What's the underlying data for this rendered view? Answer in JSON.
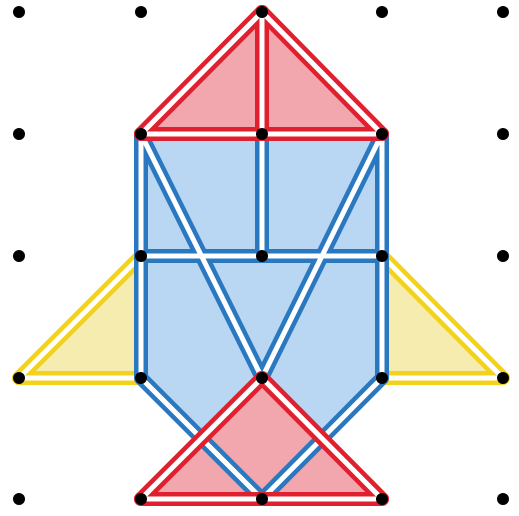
{
  "colors": {
    "background": "#ffffff",
    "dot": "#000000",
    "red_stroke": "#e0202e",
    "red_fill": "#f2a7ae",
    "blue_stroke": "#2a78c0",
    "blue_fill": "#b9d7f2",
    "yellow_stroke": "#f2d21c",
    "yellow_fill": "#f6ecb0",
    "band_gap": "#ffffff"
  },
  "grid": {
    "columns": 5,
    "rows": 5
  },
  "fill_regions": [
    {
      "name": "body-fill",
      "color": "blue",
      "points": [
        [
          1,
          1
        ],
        [
          3,
          1
        ],
        [
          3,
          3
        ],
        [
          2,
          4
        ],
        [
          1,
          3
        ]
      ]
    },
    {
      "name": "left-wing-fill",
      "color": "yellow",
      "points": [
        [
          1,
          2
        ],
        [
          1,
          3
        ],
        [
          0,
          3
        ]
      ]
    },
    {
      "name": "right-wing-fill",
      "color": "yellow",
      "points": [
        [
          3,
          2
        ],
        [
          3,
          3
        ],
        [
          4,
          3
        ]
      ]
    },
    {
      "name": "nose-fill",
      "color": "red",
      "points": [
        [
          2,
          0
        ],
        [
          3,
          1
        ],
        [
          1,
          1
        ]
      ]
    },
    {
      "name": "tail-fill",
      "color": "red",
      "points": [
        [
          2,
          3
        ],
        [
          3,
          4
        ],
        [
          1,
          4
        ]
      ]
    }
  ],
  "bands": [
    {
      "name": "left-wing-band-top",
      "color": "yellow",
      "from": [
        1,
        2
      ],
      "to": [
        0,
        3
      ]
    },
    {
      "name": "left-wing-band-bottom",
      "color": "yellow",
      "from": [
        0,
        3
      ],
      "to": [
        1,
        3
      ]
    },
    {
      "name": "right-wing-band-top",
      "color": "yellow",
      "from": [
        3,
        2
      ],
      "to": [
        4,
        3
      ]
    },
    {
      "name": "right-wing-band-bottom",
      "color": "yellow",
      "from": [
        3,
        3
      ],
      "to": [
        4,
        3
      ]
    },
    {
      "name": "body-band-left",
      "color": "blue",
      "from": [
        1,
        1
      ],
      "to": [
        1,
        3
      ]
    },
    {
      "name": "body-band-right",
      "color": "blue",
      "from": [
        3,
        1
      ],
      "to": [
        3,
        3
      ]
    },
    {
      "name": "body-band-mid",
      "color": "blue",
      "from": [
        1,
        2
      ],
      "to": [
        3,
        2
      ]
    },
    {
      "name": "body-band-center",
      "color": "blue",
      "from": [
        2,
        1
      ],
      "to": [
        2,
        2
      ]
    },
    {
      "name": "body-band-diag-left",
      "color": "blue",
      "from": [
        1,
        1
      ],
      "to": [
        2,
        3
      ]
    },
    {
      "name": "body-band-diag-right",
      "color": "blue",
      "from": [
        3,
        1
      ],
      "to": [
        2,
        3
      ]
    },
    {
      "name": "body-band-lower-left",
      "color": "blue",
      "from": [
        1,
        3
      ],
      "to": [
        2,
        4
      ]
    },
    {
      "name": "body-band-lower-right",
      "color": "blue",
      "from": [
        3,
        3
      ],
      "to": [
        2,
        4
      ]
    },
    {
      "name": "nose-band-left",
      "color": "red",
      "from": [
        2,
        0
      ],
      "to": [
        1,
        1
      ]
    },
    {
      "name": "nose-band-right",
      "color": "red",
      "from": [
        2,
        0
      ],
      "to": [
        3,
        1
      ]
    },
    {
      "name": "nose-band-base",
      "color": "red",
      "from": [
        1,
        1
      ],
      "to": [
        3,
        1
      ]
    },
    {
      "name": "nose-band-center",
      "color": "red",
      "from": [
        2,
        0
      ],
      "to": [
        2,
        1
      ]
    },
    {
      "name": "tail-band-left",
      "color": "red",
      "from": [
        2,
        3
      ],
      "to": [
        1,
        4
      ]
    },
    {
      "name": "tail-band-right",
      "color": "red",
      "from": [
        2,
        3
      ],
      "to": [
        3,
        4
      ]
    },
    {
      "name": "tail-band-base",
      "color": "red",
      "from": [
        1,
        4
      ],
      "to": [
        3,
        4
      ]
    }
  ]
}
